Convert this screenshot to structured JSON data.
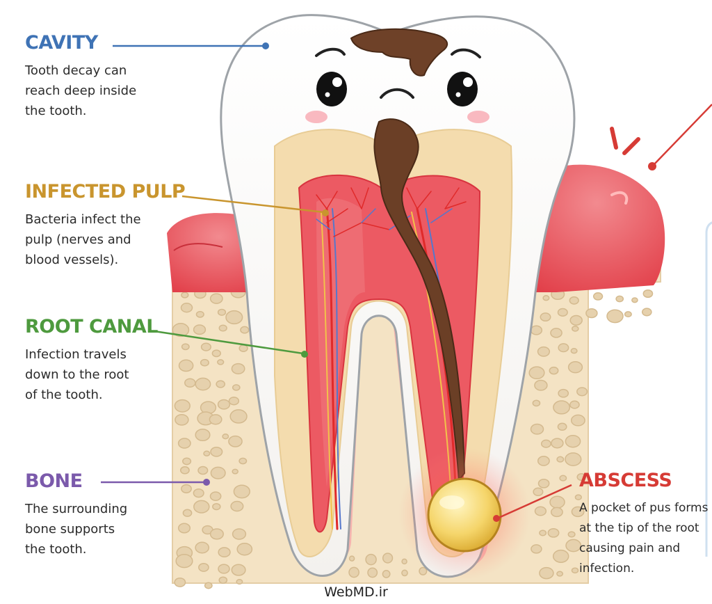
{
  "colors": {
    "cavity": "#3f73b5",
    "pulp": "#c9952e",
    "root_canal": "#4e9a3e",
    "bone": "#7b5aab",
    "abscess": "#d63b35"
  },
  "labels": {
    "cavity": {
      "title": "CAVITY",
      "lines": [
        "Tooth decay can",
        "reach deep inside",
        "the tooth."
      ]
    },
    "infected_pulp": {
      "title": "INFECTED PULP",
      "lines": [
        "Bacteria infect the",
        "pulp (nerves and",
        "blood vessels)."
      ]
    },
    "root_canal": {
      "title": "ROOT CANAL",
      "lines": [
        "Infection travels",
        "down to the root",
        "of the tooth."
      ]
    },
    "bone": {
      "title": "BONE",
      "lines": [
        "The surrounding",
        "bone supports",
        "the tooth."
      ]
    },
    "abscess": {
      "title": "ABSCESS",
      "lines": [
        "A pocket of pus forms",
        "at the tip of the root",
        "causing pain and",
        "infection."
      ]
    }
  },
  "watermark": "WebMD.ir"
}
